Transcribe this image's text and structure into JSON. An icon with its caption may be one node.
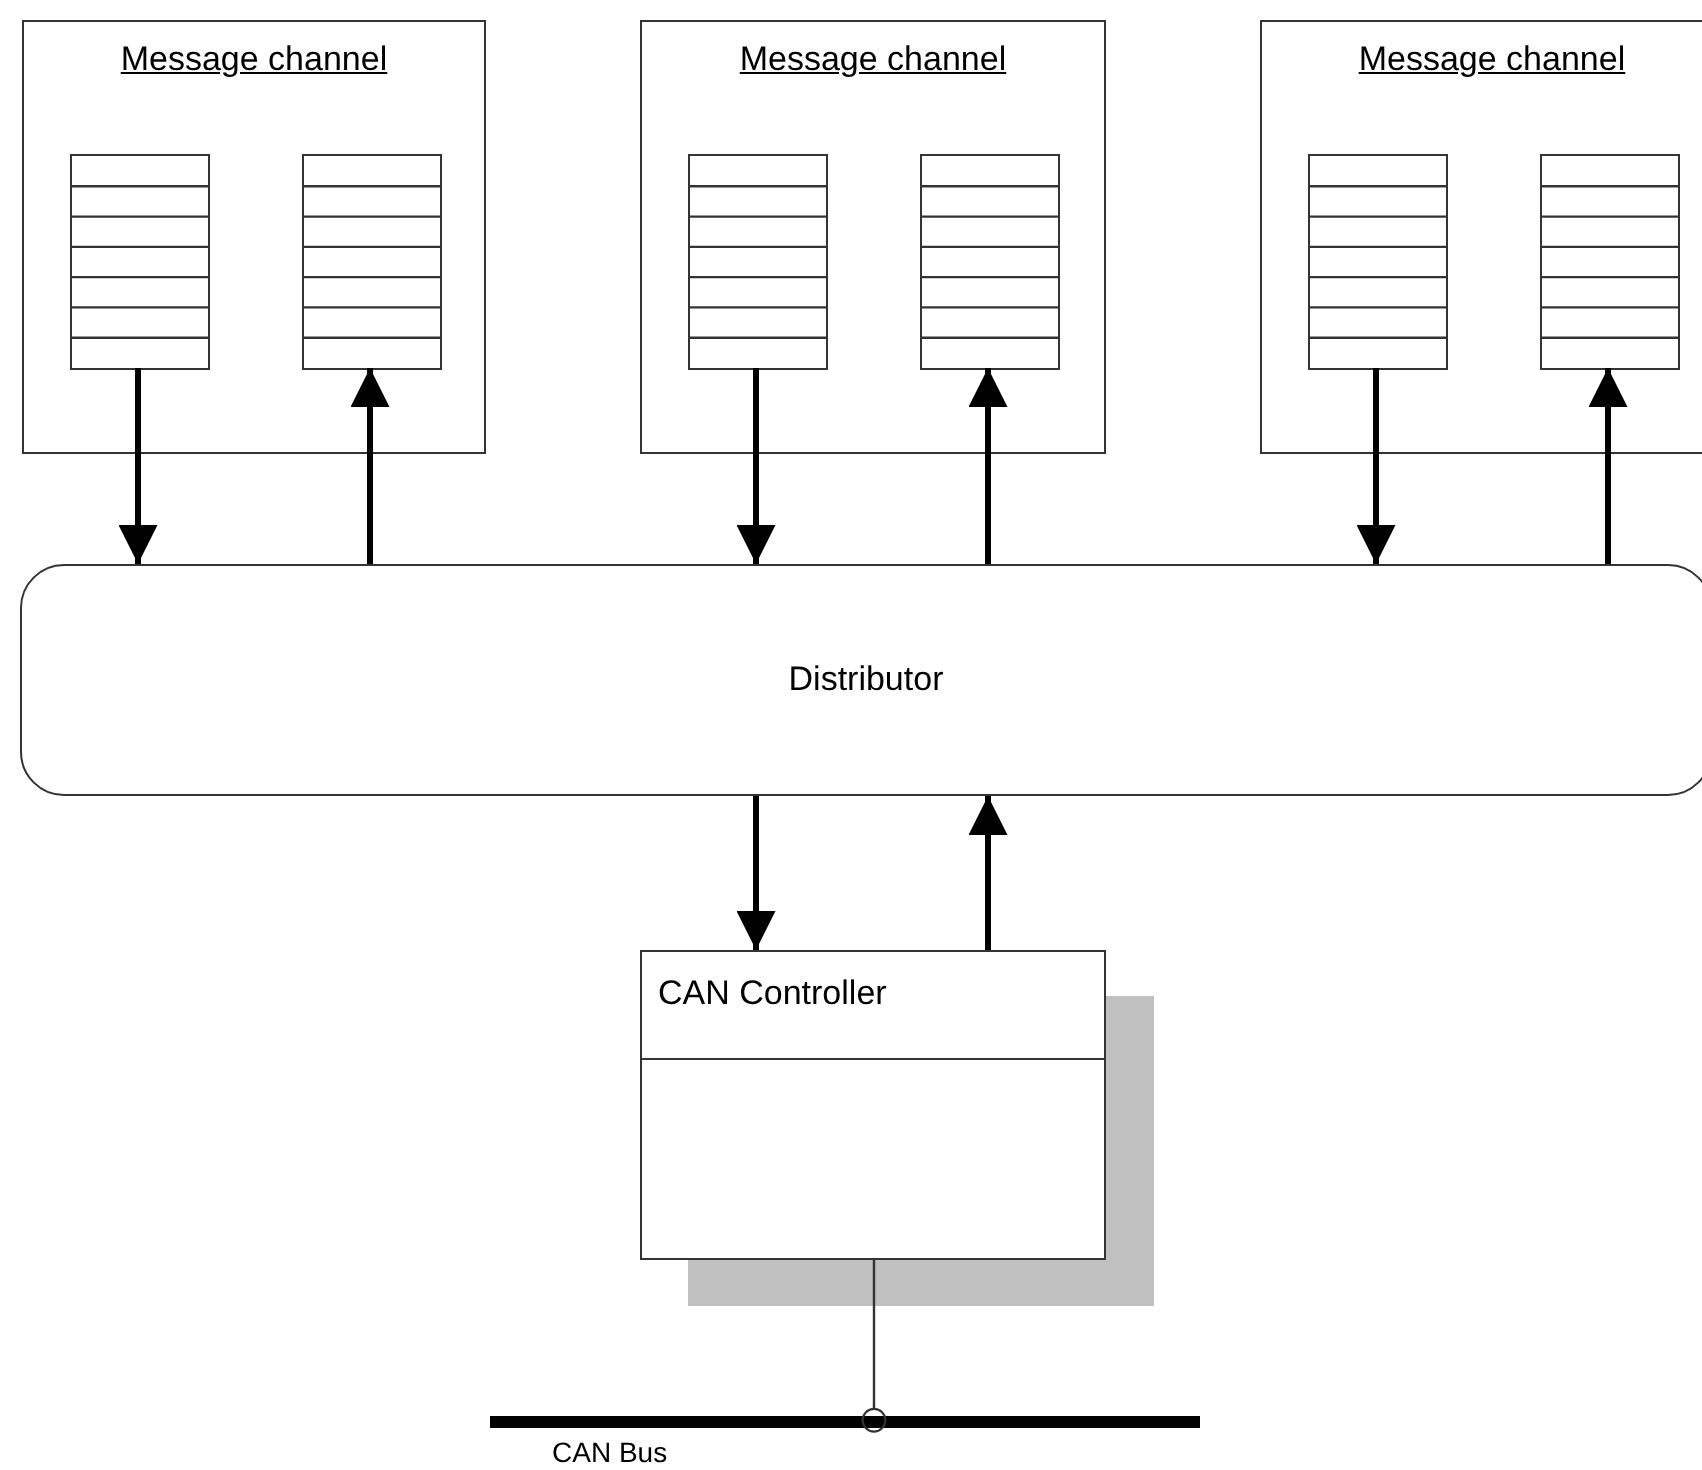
{
  "diagram": {
    "nodes": [
      {
        "text": [
          "Message channel"
        ]
      },
      {
        "text": [],
        "shape": "box",
        "in": 0
      },
      {
        "text": [],
        "shape": "box",
        "in": 0
      },
      {
        "text": [
          "Message channel"
        ]
      },
      {
        "text": [],
        "shape": "box",
        "in": 3
      },
      {
        "text": [],
        "shape": "box",
        "in": 3
      },
      {
        "text": [
          "Message channel"
        ]
      },
      {
        "text": [],
        "shape": "box",
        "in": 6
      },
      {
        "text": [],
        "shape": "box",
        "in": 6
      },
      {
        "text": [
          "Distributor"
        ]
      },
      {
        "text": [
          "CAN Controller"
        ]
      },
      {
        "text": [],
        "shape": "bar",
        "beside": [
          "CAN Bus"
        ]
      }
    ],
    "edges": [
      {
        "from": 1,
        "to": 9,
        "arrow": "to"
      },
      {
        "from": 9,
        "to": 2,
        "arrow": "to"
      },
      {
        "from": 4,
        "to": 9,
        "arrow": "to"
      },
      {
        "from": 9,
        "to": 5,
        "arrow": "to"
      },
      {
        "from": 7,
        "to": 9,
        "arrow": "to"
      },
      {
        "from": 9,
        "to": 8,
        "arrow": "to"
      },
      {
        "from": 9,
        "to": 10,
        "arrow": "to"
      },
      {
        "from": 10,
        "to": 9,
        "arrow": "to"
      },
      {
        "from": 10,
        "to": 11,
        "arrow": "other"
      }
    ]
  }
}
